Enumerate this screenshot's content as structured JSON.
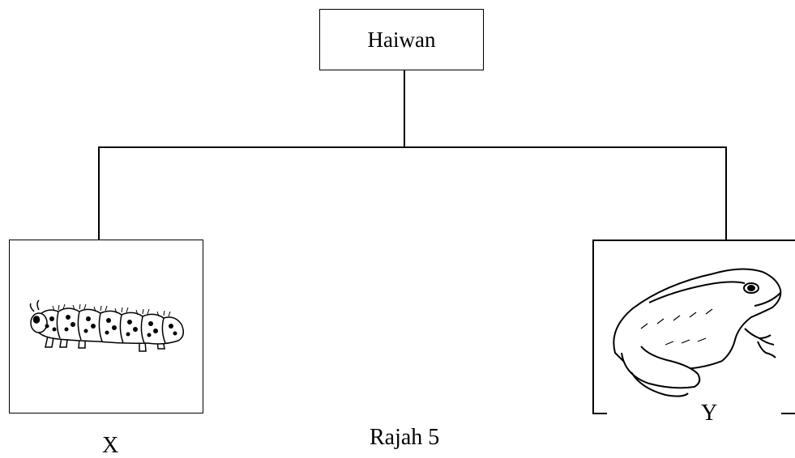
{
  "diagram": {
    "root": {
      "label": "Haiwan"
    },
    "children": [
      {
        "label": "X",
        "illustration": "caterpillar-icon"
      },
      {
        "label": "Y",
        "illustration": "frog-icon"
      }
    ],
    "caption": "Rajah 5"
  }
}
